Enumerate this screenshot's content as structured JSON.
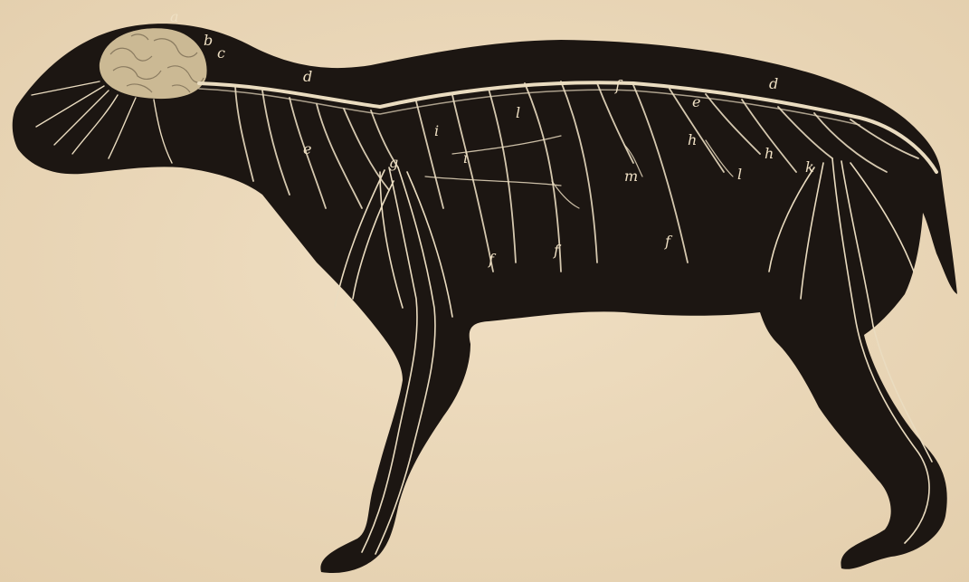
{
  "colors": {
    "paper": "#ecd9bb",
    "silhouette": "#1c1612",
    "nerve": "#eadcc0",
    "brain": "#d7c7a8"
  },
  "figure": {
    "labels": {
      "a": "a",
      "b": "b",
      "c": "c",
      "d": "d",
      "e": "e",
      "f": "f",
      "g": "g",
      "h": "h",
      "i": "i",
      "k": "k",
      "l": "l",
      "m": "m"
    }
  }
}
